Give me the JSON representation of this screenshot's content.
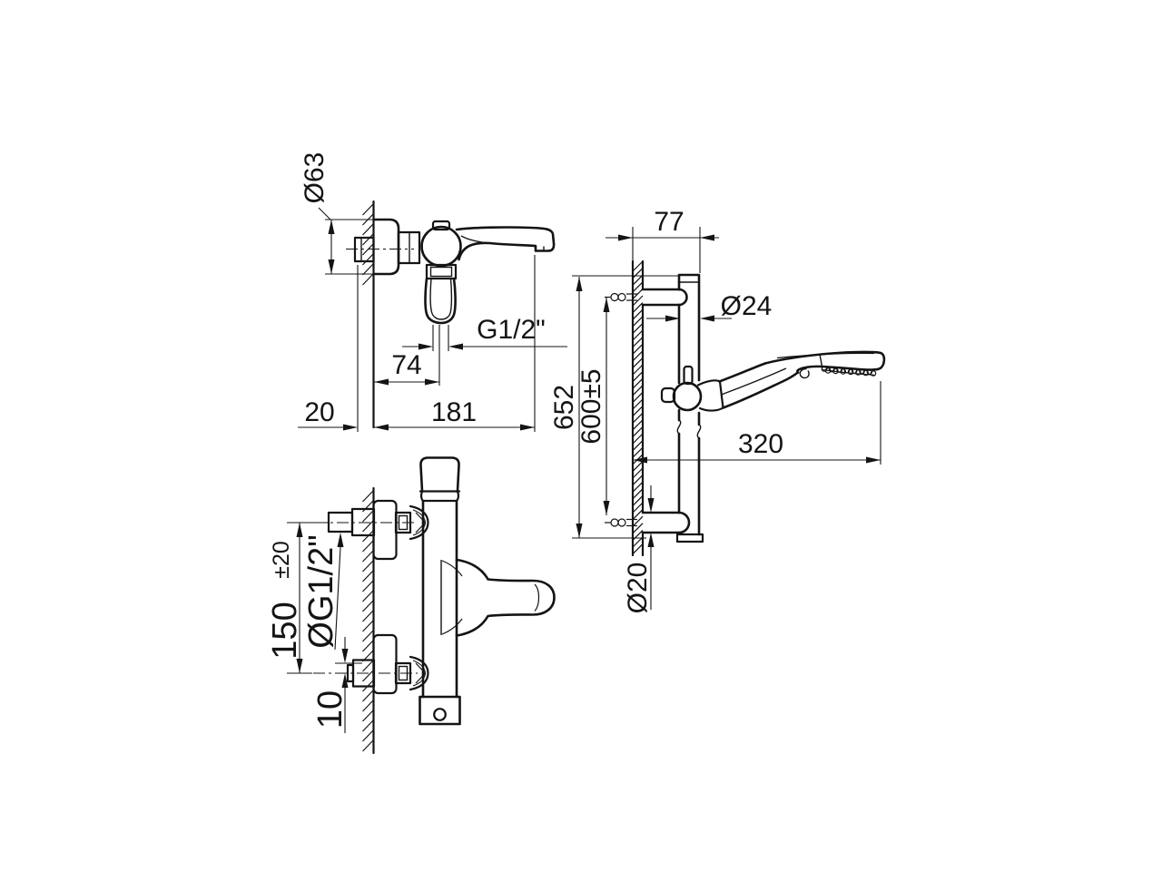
{
  "page": {
    "background": "#ffffff",
    "line_color": "#141414",
    "content_type": "technical dimension drawing, wall-mounted shower mixer and slide rail"
  },
  "drawing": {
    "dims": {
      "v1": {
        "flange_diameter": "Ø63",
        "spout_center_offset": "74",
        "union_projection": "20",
        "spout_reach": "181",
        "hose_thread": "G1/2\""
      },
      "v2": {
        "bracket_depth": "77",
        "rail_diameter": "Ø24",
        "total_height": "652",
        "bracket_distance": "600±5",
        "head_reach": "320",
        "tube_diameter": "Ø20"
      },
      "v3": {
        "inlet_distance": "150",
        "inlet_distance_tolerance": "±20",
        "inlet_thread": "ØG1/2\"",
        "nut_offset": "10"
      }
    }
  }
}
